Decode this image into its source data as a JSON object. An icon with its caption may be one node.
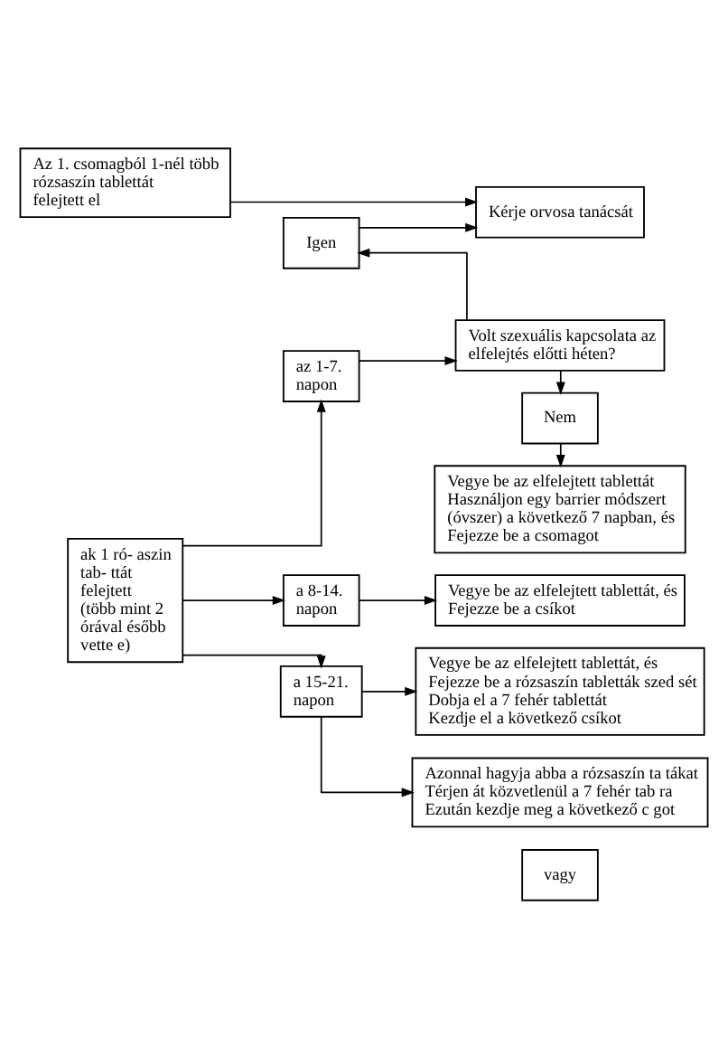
{
  "diagram": {
    "nodes": [
      {
        "text": [
          "Az 1. csomagból 1-nél több rózsaszín tablettát felejtett el"
        ]
      },
      {
        "text": [
          "Kérje orvosa tanácsát"
        ]
      },
      {
        "text": [
          "Igen"
        ]
      },
      {
        "text": [
          "az 1-7. napon"
        ]
      },
      {
        "text": [
          "Volt szexuális kapcsolata az elfelejtés előtti héten?"
        ]
      },
      {
        "text": [
          "Nem"
        ]
      },
      {
        "text": [
          "Vegye be az elfelejtett tablettát",
          "Használjon egy barrier módszert (óvszer) a következő 7 napban, és",
          "Fejezze be a csomagot"
        ]
      },
      {
        "text": [
          "ak 1 ró- aszin tab- ttát felejtett (több mint 2 órával ésőbb vette e)"
        ]
      },
      {
        "text": [
          "a 8-14. napon"
        ]
      },
      {
        "text": [
          "Vegye be az elfelejtett tablettát, és",
          "Fejezze be a csíkot"
        ]
      },
      {
        "text": [
          "Vegye be az elfelejtett tablettát, és",
          "Fejezze be a rózsaszín tabletták szed sét",
          "Dobja el a 7 fehér tablettát",
          "Kezdje el a következő csíkot"
        ]
      },
      {
        "text": [
          "vagy"
        ]
      },
      {
        "text": [
          "a 15-21. napon"
        ]
      },
      {
        "text": [
          "Azonnal hagyja abba a rózsaszín ta tákat",
          "Térjen át közvetlenül a 7 fehér tab ra",
          "Ezután kezdje meg a következő c got"
        ]
      }
    ],
    "edges": [
      {
        "from": 0,
        "to": 1,
        "arrow": "to"
      },
      {
        "from": 2,
        "to": 1,
        "arrow": "to"
      },
      {
        "from": 4,
        "to": 2,
        "arrow": "to"
      },
      {
        "from": 7,
        "to": 3,
        "arrow": "to"
      },
      {
        "from": 3,
        "to": 4,
        "arrow": "to"
      },
      {
        "from": 4,
        "to": 5,
        "arrow": "to"
      },
      {
        "from": 5,
        "to": 6,
        "arrow": "to"
      },
      {
        "from": 7,
        "to": 8,
        "arrow": "to"
      },
      {
        "from": 8,
        "to": 9,
        "arrow": "to"
      },
      {
        "from": 7,
        "to": 12,
        "arrow": "to"
      },
      {
        "from": 12,
        "to": 10,
        "arrow": "to"
      },
      {
        "from": 12,
        "to": 13,
        "arrow": "to"
      }
    ]
  }
}
